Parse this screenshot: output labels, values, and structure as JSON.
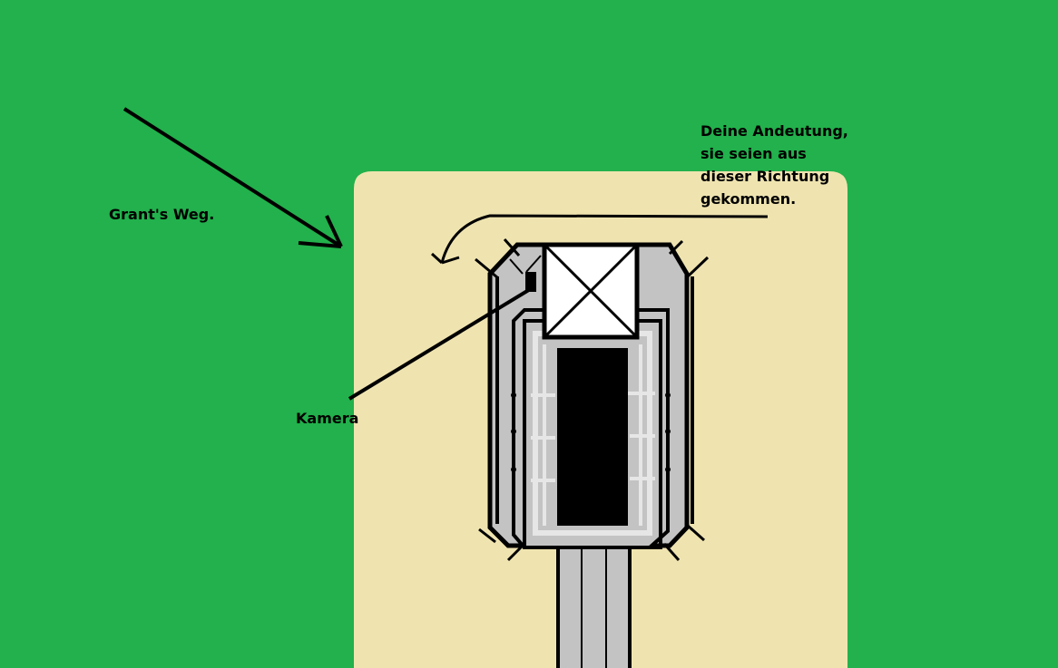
{
  "labels": {
    "grant_path": "Grant's Weg.",
    "camera": "Kamera",
    "hint_lines": [
      "Deine Andeutung,",
      "sie seien aus",
      "dieser Richtung",
      "gekommen."
    ]
  },
  "colors": {
    "grass": "#22b14c",
    "sand": "#efe4b0",
    "building": "#c3c3c3",
    "rail": "#e6e6e6",
    "ink": "#000000",
    "white": "#ffffff"
  }
}
